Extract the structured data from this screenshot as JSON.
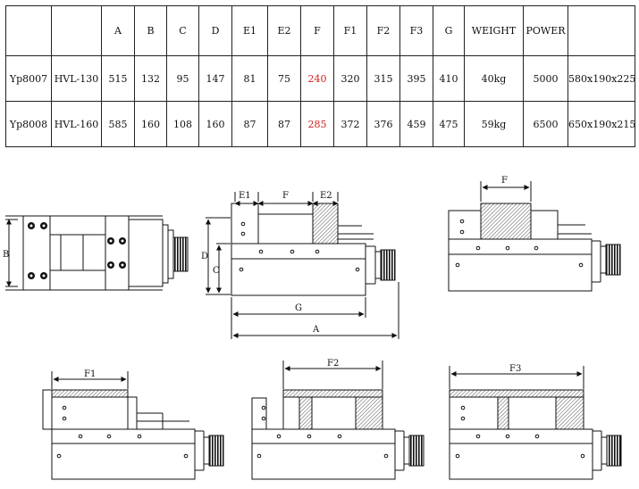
{
  "table": {
    "headers": [
      "",
      "",
      "A",
      "B",
      "C",
      "D",
      "E1",
      "E2",
      "F",
      "F1",
      "F2",
      "F3",
      "G",
      "WEIGHT",
      "POWER",
      ""
    ],
    "rows": [
      [
        "Yp8007",
        "HVL-130",
        "515",
        "132",
        "95",
        "147",
        "81",
        "75",
        "240",
        "320",
        "315",
        "395",
        "410",
        "40kg",
        "5000",
        "580x190x225"
      ],
      [
        "Yp8008",
        "HVL-160",
        "585",
        "160",
        "108",
        "160",
        "87",
        "87",
        "285",
        "372",
        "376",
        "459",
        "475",
        "59kg",
        "6500",
        "650x190x215"
      ]
    ],
    "highlight_color": "#d32020"
  },
  "drawings": {
    "top_view": {
      "label_b": "B"
    },
    "side_view": {
      "label_e1": "E1",
      "label_f": "F",
      "label_e2": "E2",
      "label_d": "D",
      "label_c": "C",
      "label_g": "G",
      "label_a": "A"
    },
    "jaw_f": {
      "label": "F"
    },
    "jaw_f1": {
      "label": "F1"
    },
    "jaw_f2": {
      "label": "F2"
    },
    "jaw_f3": {
      "label": "F3"
    }
  }
}
